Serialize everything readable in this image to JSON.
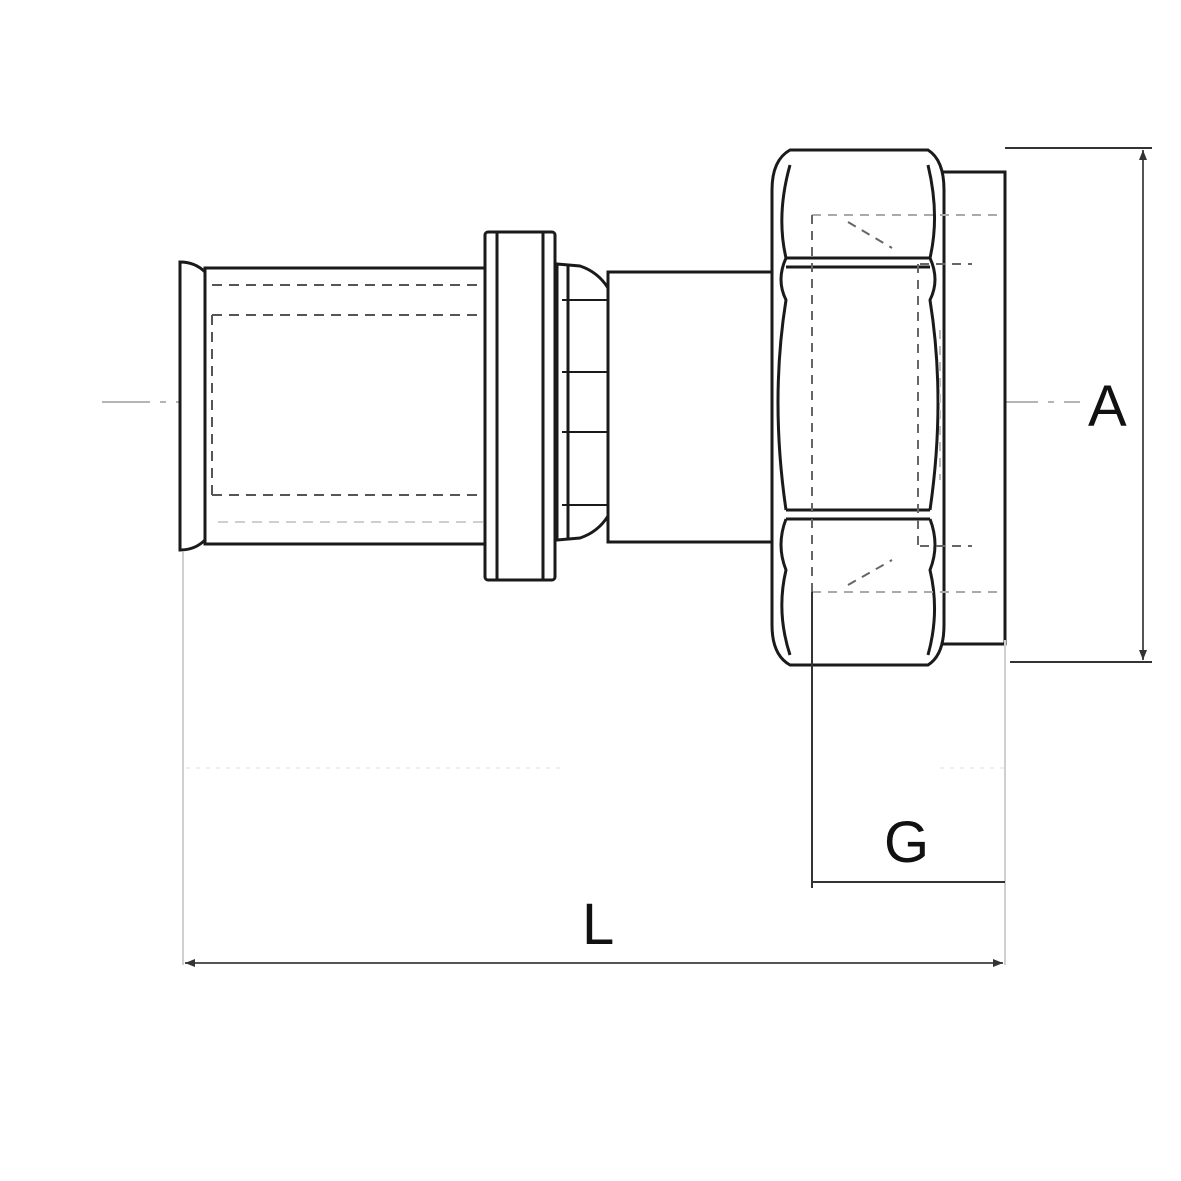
{
  "drawing": {
    "colors": {
      "outline": "#1a1a1a",
      "hidden_line": "#555555",
      "center_line": "#b5b5b5",
      "extension_line": "#d0d0d0",
      "dimension_line": "#555555",
      "background": "#ffffff"
    },
    "dimensions": {
      "a_label": "A",
      "g_label": "G",
      "l_label": "L"
    }
  }
}
